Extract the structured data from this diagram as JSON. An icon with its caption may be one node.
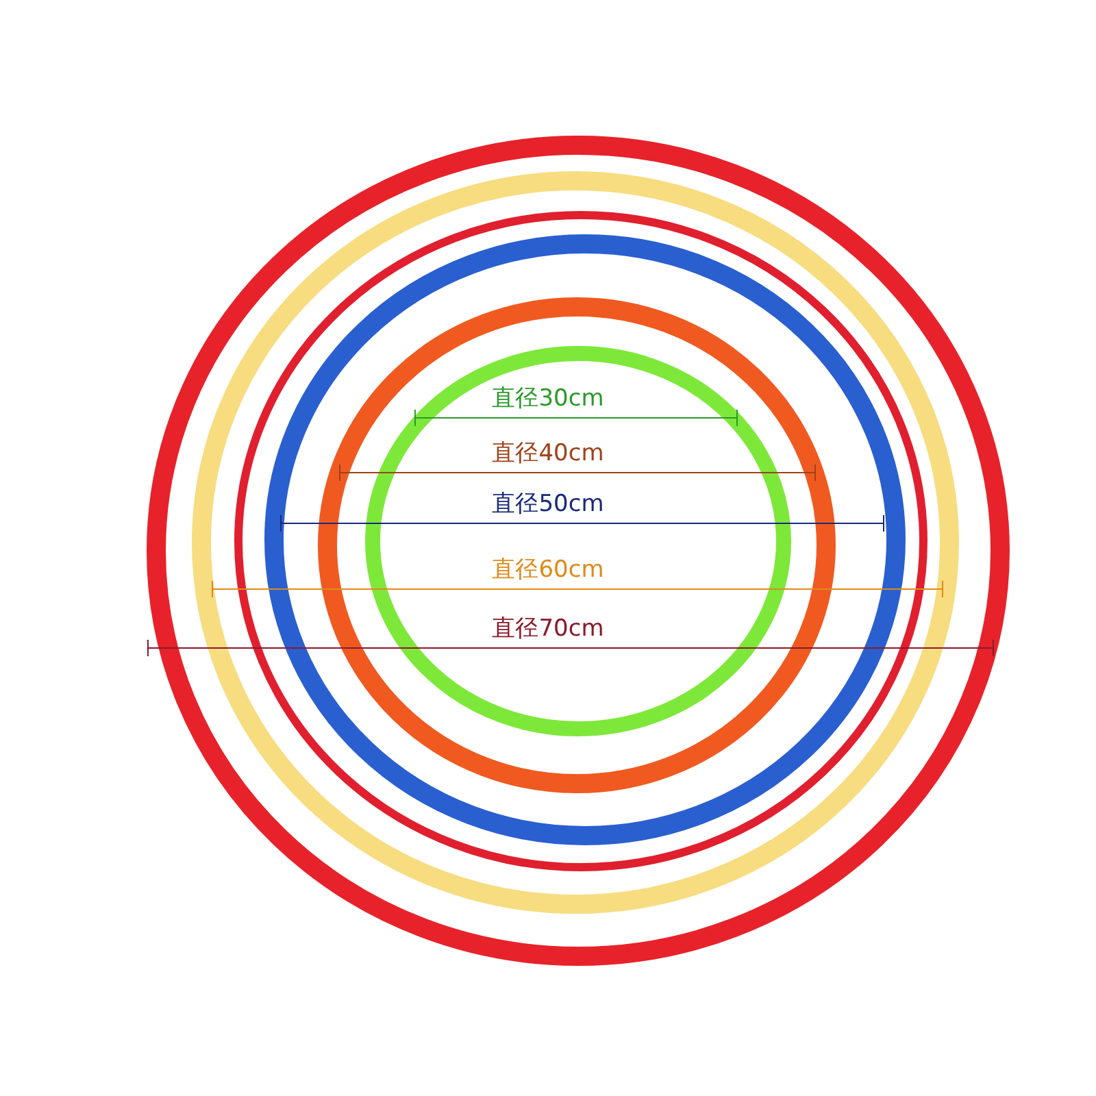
{
  "diagram": {
    "labels": [
      "直径30cm",
      "直径40cm",
      "直径50cm",
      "直径60cm",
      "直径70cm"
    ]
  }
}
